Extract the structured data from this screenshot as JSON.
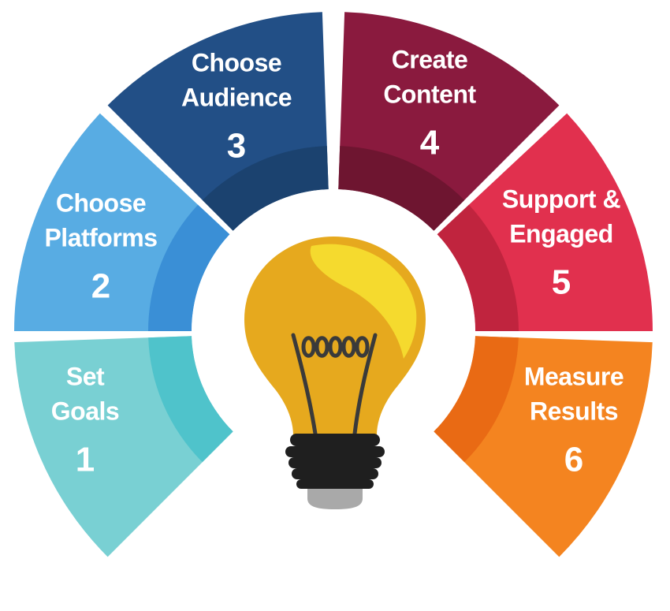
{
  "steps": [
    {
      "label_lines": [
        "Set",
        "Goals"
      ],
      "number": "1",
      "color": "#79D0D3",
      "inner_color": "#4FC3CB"
    },
    {
      "label_lines": [
        "Choose",
        "Platforms"
      ],
      "number": "2",
      "color": "#58ACE3",
      "inner_color": "#3A8FD6"
    },
    {
      "label_lines": [
        "Choose",
        "Audience"
      ],
      "number": "3",
      "color": "#224F86",
      "inner_color": "#1B426F"
    },
    {
      "label_lines": [
        "Create",
        "Content"
      ],
      "number": "4",
      "color": "#8A1A3E",
      "inner_color": "#6E1530"
    },
    {
      "label_lines": [
        "Support &",
        "Engaged"
      ],
      "number": "5",
      "color": "#E1304E",
      "inner_color": "#C0243E"
    },
    {
      "label_lines": [
        "Measure",
        "Results"
      ],
      "number": "6",
      "color": "#F48420",
      "inner_color": "#E96A14"
    }
  ],
  "bulb": {
    "glass_color": "#E6A91E",
    "glass_highlight": "#F5DA2E",
    "filament_color": "#3A3A3A",
    "base_color": "#1F1F1F",
    "tip_color": "#A9A9A9"
  }
}
